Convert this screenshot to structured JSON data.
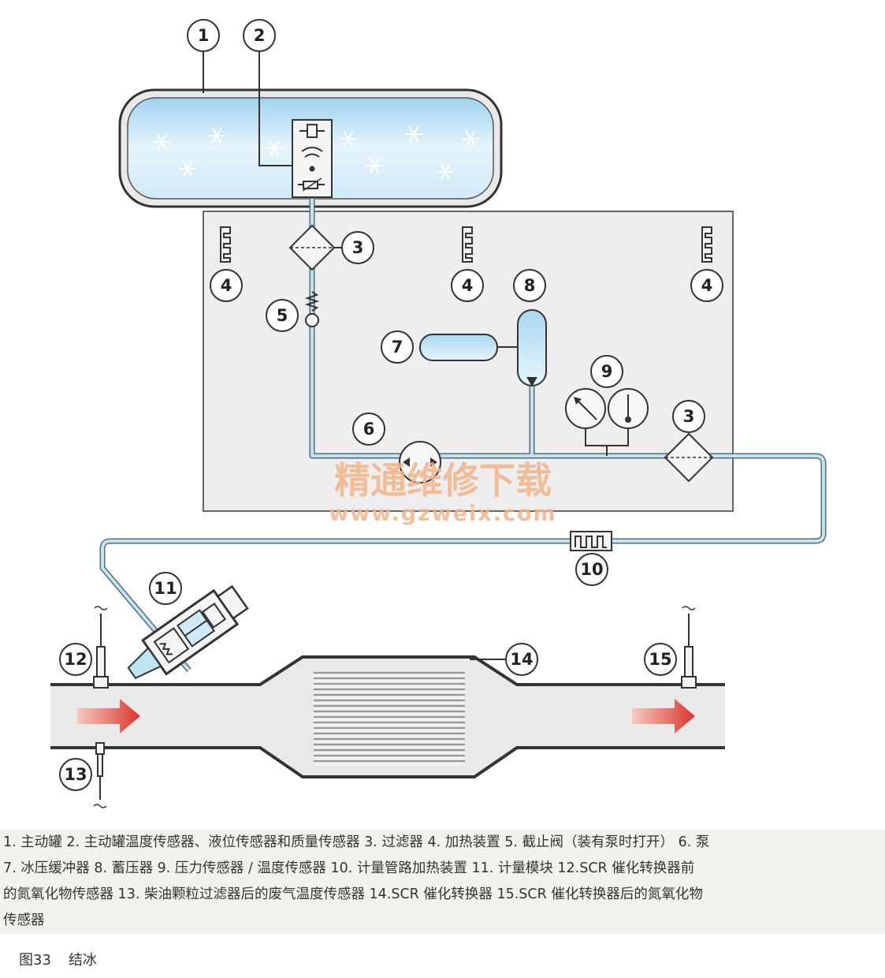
{
  "callouts": {
    "n1": "1",
    "n2": "2",
    "n3a": "3",
    "n3b": "3",
    "n4a": "4",
    "n4b": "4",
    "n4c": "4",
    "n5": "5",
    "n6": "6",
    "n7": "7",
    "n8": "8",
    "n9": "9",
    "n10": "10",
    "n11": "11",
    "n12": "12",
    "n13": "13",
    "n14": "14",
    "n15": "15"
  },
  "watermark": {
    "cn": "精通维修下载",
    "url": "www.gzweix.com"
  },
  "caption": {
    "line1": "1. 主动罐   2. 主动罐温度传感器、液位传感器和质量传感器   3. 过滤器   4. 加热装置   5. 截止阀（装有泵时打开）  6. 泵",
    "line2": "7. 冰压缓冲器   8. 蓄压器   9. 压力传感器 / 温度传感器   10. 计量管路加热装置   11. 计量模块   12.SCR 催化转换器前",
    "line3": "的氮氧化物传感器   13. 柴油颗粒过滤器后的废气温度传感器   14.SCR 催化转换器   15.SCR 催化转换器后的氮氧化物",
    "line4": "传感器"
  },
  "figure": {
    "number": "图33",
    "title": "结冰"
  },
  "colors": {
    "pipe": "#bfe4f2",
    "module_fill": "#eeeeee",
    "arrow": "#e0453a",
    "watermark": "#f2b48a"
  }
}
